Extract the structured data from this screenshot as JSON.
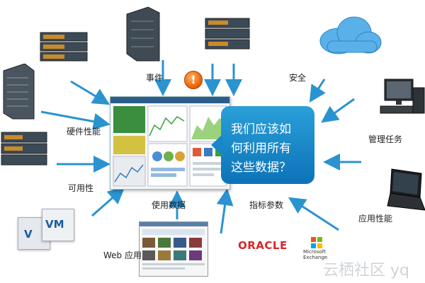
{
  "center_box": {
    "lines": [
      "我们应该如",
      "何利用所有",
      "这些数据？"
    ]
  },
  "labels": {
    "event": "事件",
    "security": "安全",
    "hardware_perf": "硬件性能",
    "mgmt_tasks": "管理任务",
    "availability": "可用性",
    "usage_data": "使用数据",
    "metrics": "指标参数",
    "app_perf": "应用性能",
    "web_app": "Web 应用"
  },
  "logos": {
    "oracle": "ORACLE",
    "ms_line1": "Microsoft",
    "ms_line2": "Exchange"
  },
  "vm": {
    "label_front": "VM",
    "label_back": "V"
  },
  "alert": {
    "symbol": "!"
  },
  "watermark": "云栖社区 yq",
  "colors": {
    "arrow": "#2a93d0",
    "bubble": "#1284c8",
    "oracle": "#d8252b"
  }
}
